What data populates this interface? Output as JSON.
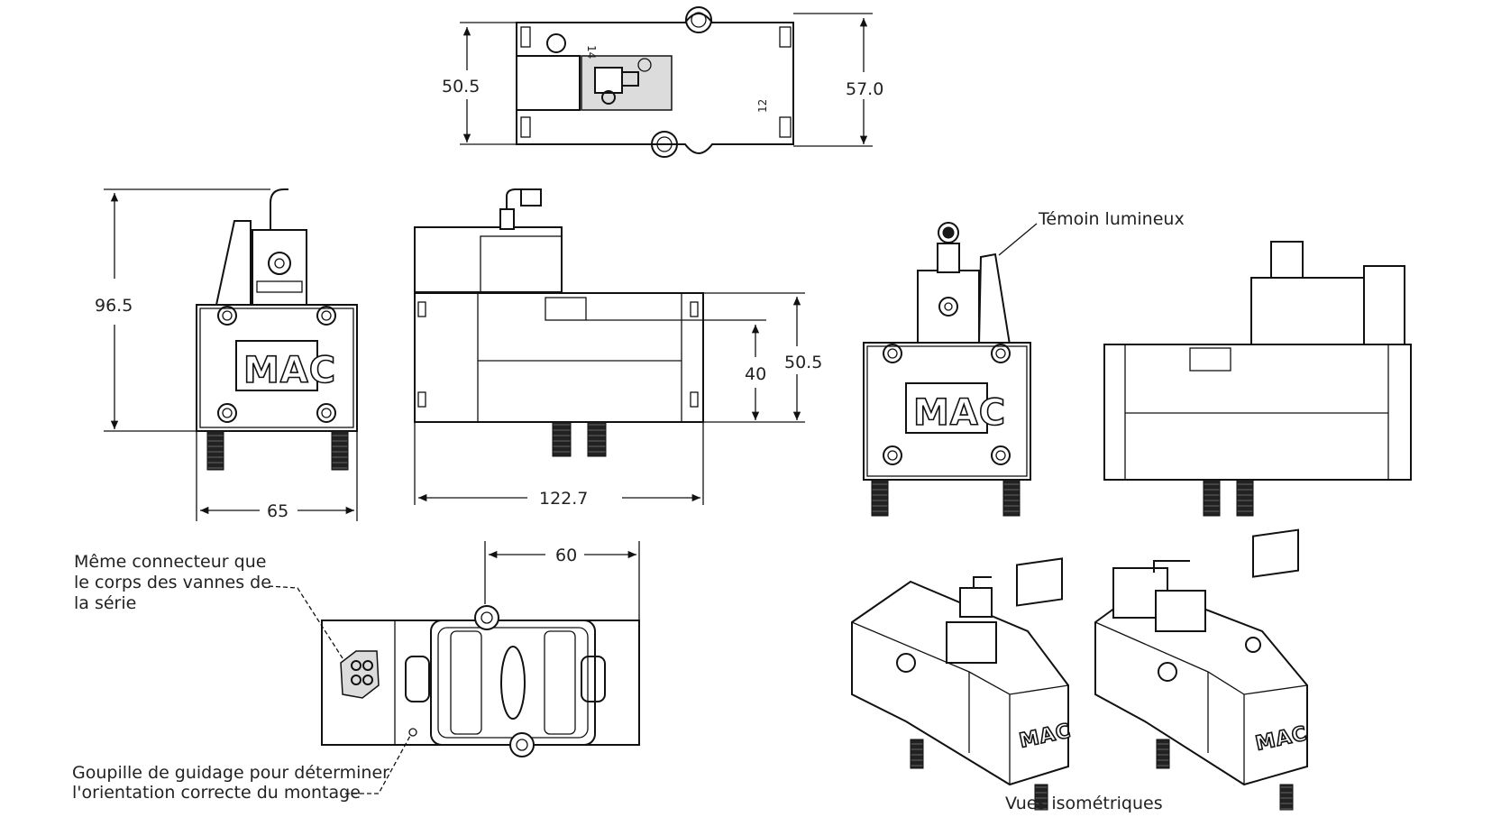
{
  "dimensions": {
    "top_view_inner_height": "50.5",
    "top_view_outer_height": "57.0",
    "front_height": "96.5",
    "front_width": "65",
    "side_body_height": "50.5",
    "side_port_height": "40",
    "side_length": "122.7",
    "base_hole_spacing": "60"
  },
  "labels": {
    "indicator_light": "Témoin lumineux",
    "connector_note": [
      "Même connecteur que",
      "le corps des vannes de",
      "la série"
    ],
    "guide_pin_note": [
      "Goupille de guidage pour déterminer",
      "l'orientation correcte du montage"
    ],
    "isometric_views": "Vues isométriques"
  },
  "markings": {
    "brand": "MAC",
    "port_14": "14",
    "port_12": "12"
  }
}
